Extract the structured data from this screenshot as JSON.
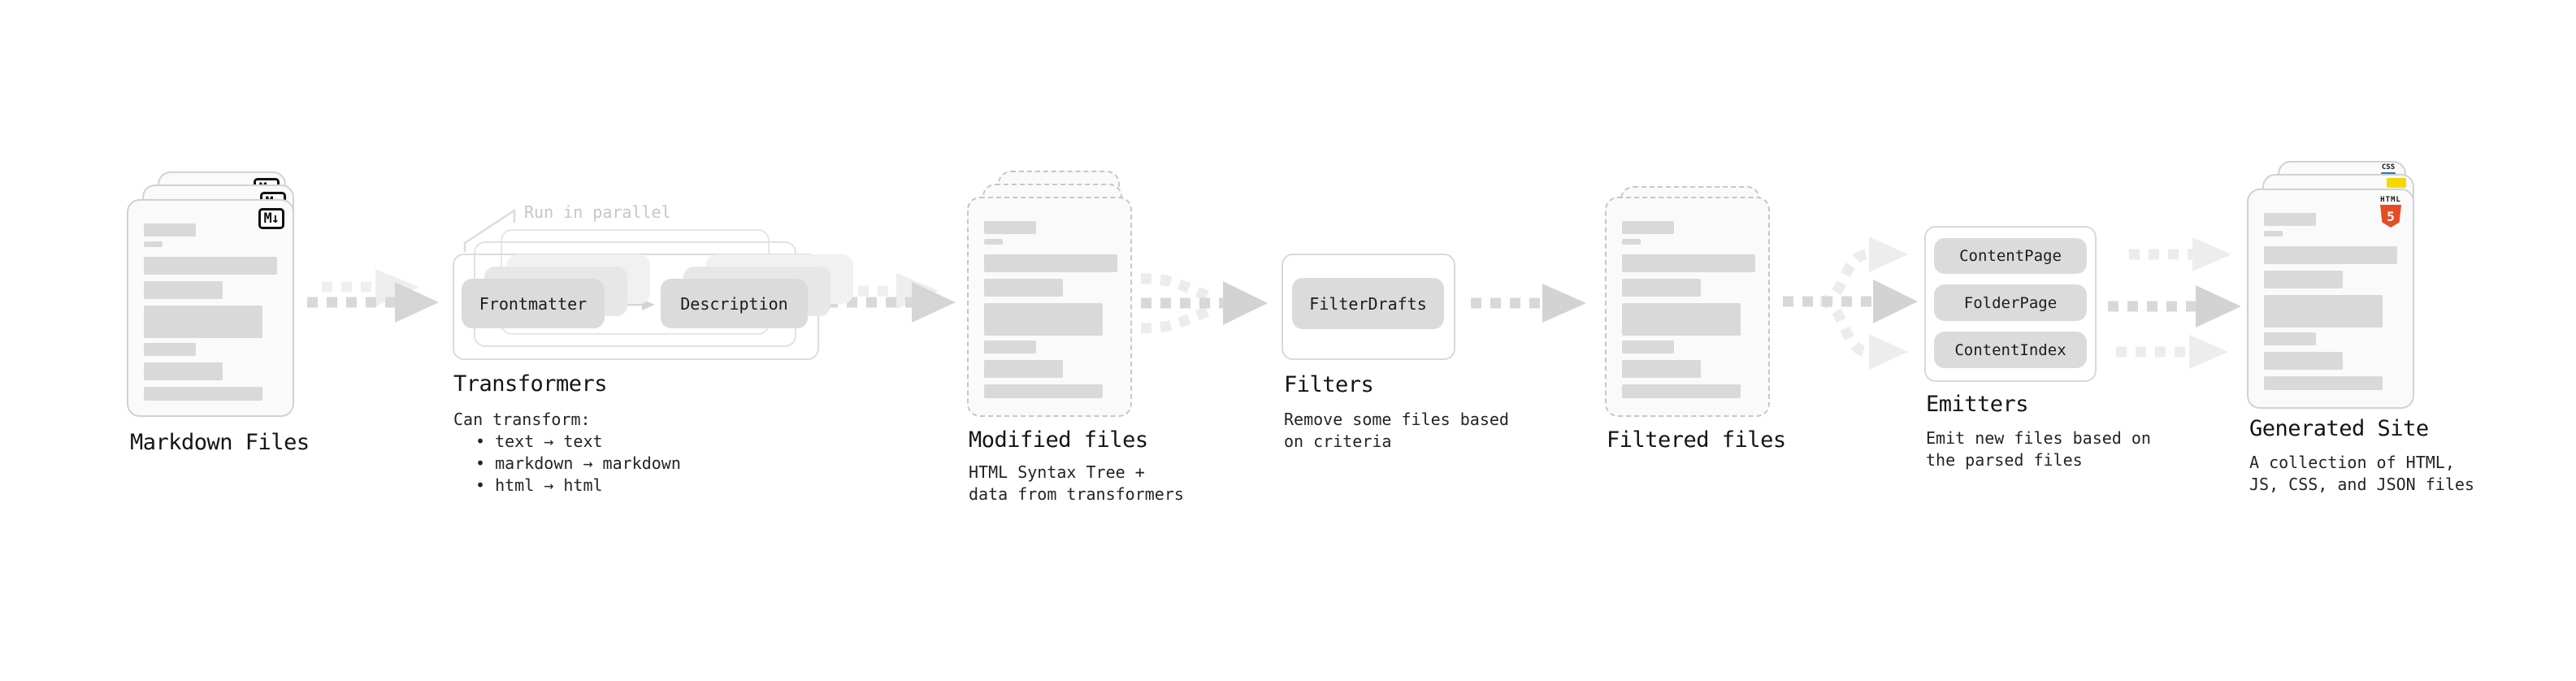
{
  "diagram": {
    "markdown_files": {
      "label": "Markdown Files",
      "badge": "M↓"
    },
    "transformers": {
      "label": "Transformers",
      "annotation": "Run in parallel",
      "pills": [
        "Frontmatter",
        "Description"
      ],
      "description_title": "Can transform:",
      "bullets": [
        "• text → text",
        "• markdown → markdown",
        "• html → html"
      ]
    },
    "modified_files": {
      "label": "Modified files",
      "description_lines": [
        "HTML Syntax Tree +",
        "data from transformers"
      ]
    },
    "filters": {
      "label": "Filters",
      "pill": "FilterDrafts",
      "description_lines": [
        "Remove some files based",
        "on criteria"
      ]
    },
    "filtered_files": {
      "label": "Filtered files"
    },
    "emitters": {
      "label": "Emitters",
      "pills": [
        "ContentPage",
        "FolderPage",
        "ContentIndex"
      ],
      "description_lines": [
        "Emit new files based on",
        "the parsed files"
      ]
    },
    "generated_site": {
      "label": "Generated Site",
      "description_lines": [
        "A collection of HTML,",
        "JS, CSS, and JSON files"
      ],
      "badges": {
        "css": "CSS",
        "html_label": "HTML",
        "html_number": "5"
      }
    },
    "colors": {
      "html5_orange": "#e44d26",
      "js_yellow": "#f5d800",
      "css_blue": "#2573c1"
    }
  }
}
